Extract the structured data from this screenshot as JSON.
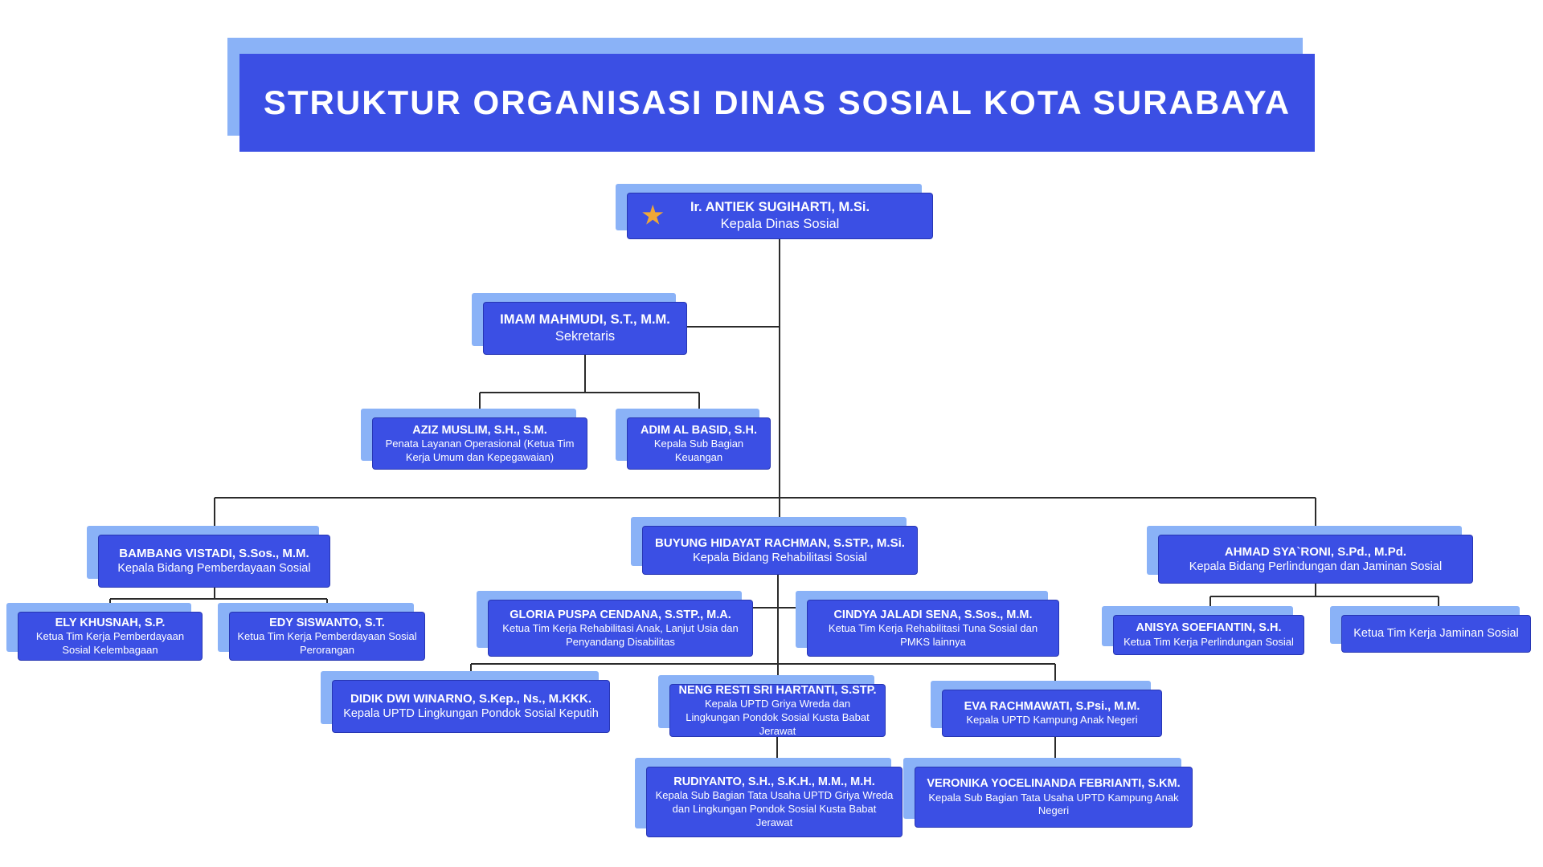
{
  "title": "STRUKTUR ORGANISASI DINAS SOSIAL KOTA SURABAYA",
  "icons": {
    "star": "★"
  },
  "colors": {
    "box_blue": "#3b4fe4",
    "shadow_blue": "#8ab2f7",
    "star_gold": "#efa737",
    "line": "#2b2b2b",
    "page_bg": "#ffffff",
    "text": "#ffffff"
  },
  "nodes": {
    "kepala": {
      "name": "Ir. ANTIEK SUGIHARTI, M.Si.",
      "role": "Kepala Dinas Sosial"
    },
    "sekretaris": {
      "name": "IMAM MAHMUDI, S.T., M.M.",
      "role": "Sekretaris"
    },
    "aziz": {
      "name": "AZIZ MUSLIM, S.H., S.M.",
      "role": "Penata Layanan Operasional (Ketua Tim Kerja Umum dan Kepegawaian)"
    },
    "adim": {
      "name": "ADIM AL BASID, S.H.",
      "role": "Kepala Sub Bagian Keuangan"
    },
    "bambang": {
      "name": "BAMBANG VISTADI, S.Sos., M.M.",
      "role": "Kepala Bidang Pemberdayaan Sosial"
    },
    "ely": {
      "name": "ELY KHUSNAH, S.P.",
      "role": "Ketua Tim Kerja Pemberdayaan Sosial Kelembagaan"
    },
    "edy": {
      "name": "EDY SISWANTO, S.T.",
      "role": "Ketua Tim Kerja Pemberdayaan Sosial Perorangan"
    },
    "buyung": {
      "name": "BUYUNG HIDAYAT RACHMAN, S.STP., M.Si.",
      "role": "Kepala Bidang Rehabilitasi Sosial"
    },
    "gloria": {
      "name": "GLORIA PUSPA CENDANA, S.STP., M.A.",
      "role": "Ketua Tim Kerja Rehabilitasi Anak, Lanjut Usia dan Penyandang Disabilitas"
    },
    "cindya": {
      "name": "CINDYA JALADI SENA, S.Sos., M.M.",
      "role": "Ketua Tim Kerja Rehabilitasi Tuna Sosial dan PMKS lainnya"
    },
    "ahmad": {
      "name": "AHMAD SYA`RONI, S.Pd., M.Pd.",
      "role": "Kepala Bidang Perlindungan dan Jaminan Sosial"
    },
    "anisya": {
      "name": "ANISYA SOEFIANTIN, S.H.",
      "role": "Ketua Tim Kerja Perlindungan Sosial"
    },
    "jaminan": {
      "role": "Ketua Tim Kerja Jaminan Sosial"
    },
    "didik": {
      "name": "DIDIK DWI WINARNO, S.Kep., Ns., M.KKK.",
      "role": "Kepala UPTD Lingkungan Pondok Sosial Keputih"
    },
    "neng": {
      "name": "NENG RESTI SRI HARTANTI, S.STP.",
      "role": "Kepala UPTD Griya Wreda dan Lingkungan Pondok Sosial Kusta Babat Jerawat"
    },
    "eva": {
      "name": "EVA RACHMAWATI, S.Psi., M.M.",
      "role": "Kepala UPTD Kampung Anak Negeri"
    },
    "rudiyanto": {
      "name": "RUDIYANTO, S.H., S.K.H., M.M., M.H.",
      "role": "Kepala Sub Bagian Tata Usaha UPTD Griya Wreda dan Lingkungan Pondok Sosial Kusta Babat Jerawat"
    },
    "veronika": {
      "name": "VERONIKA YOCELINANDA FEBRIANTI, S.KM.",
      "role": "Kepala Sub Bagian Tata Usaha UPTD Kampung Anak Negeri"
    }
  }
}
